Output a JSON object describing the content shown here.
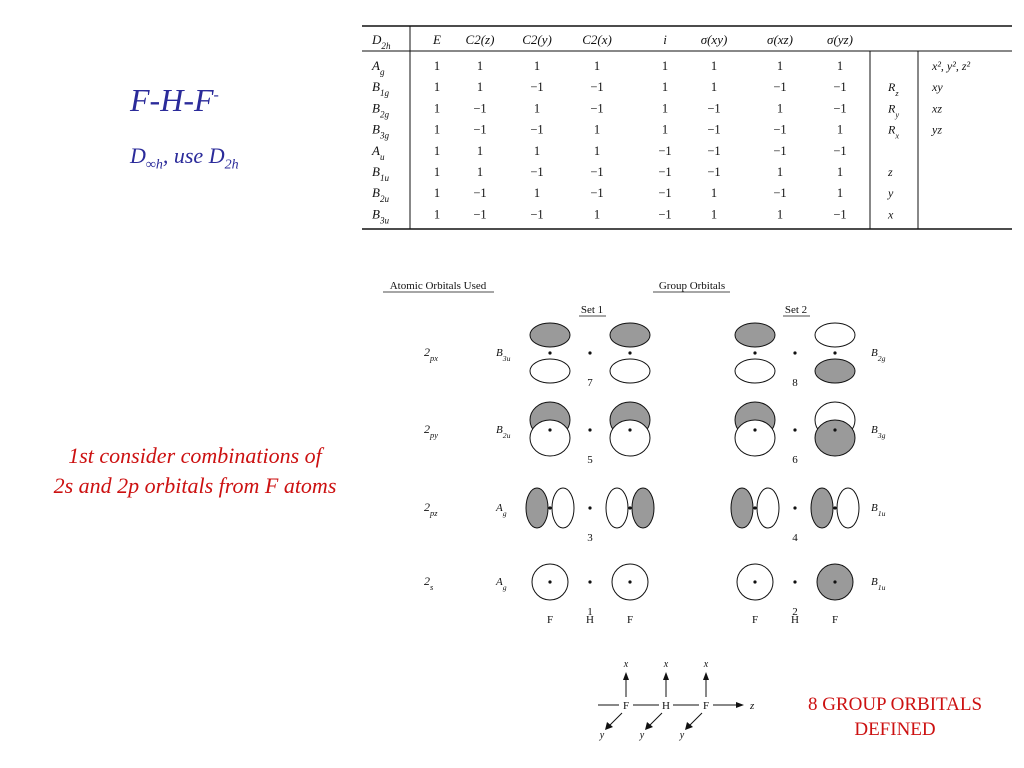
{
  "slide": {
    "title": "F-H-F",
    "title_sup": "-",
    "subtitle_pre": "D",
    "subtitle_sub1": "∞h",
    "subtitle_mid": ", use D",
    "subtitle_sub2": "2h",
    "note_line1": "1st consider combinations of",
    "note_line2": "2s and 2p orbitals from F atoms",
    "result_line1": "8 GROUP ORBITALS",
    "result_line2": "DEFINED"
  },
  "char_table": {
    "group": "D2h",
    "headers": [
      "E",
      "C2(z)",
      "C2(y)",
      "C2(x)",
      "i",
      "σ(xy)",
      "σ(xz)",
      "σ(yz)"
    ],
    "rows": [
      {
        "irrep": "Ag",
        "values": [
          "1",
          "1",
          "1",
          "1",
          "1",
          "1",
          "1",
          "1"
        ],
        "linear": "",
        "quad": "x², y², z²"
      },
      {
        "irrep": "B1g",
        "values": [
          "1",
          "1",
          "−1",
          "−1",
          "1",
          "1",
          "−1",
          "−1"
        ],
        "linear": "Rz",
        "quad": "xy"
      },
      {
        "irrep": "B2g",
        "values": [
          "1",
          "−1",
          "1",
          "−1",
          "1",
          "−1",
          "1",
          "−1"
        ],
        "linear": "Ry",
        "quad": "xz"
      },
      {
        "irrep": "B3g",
        "values": [
          "1",
          "−1",
          "−1",
          "1",
          "1",
          "−1",
          "−1",
          "1"
        ],
        "linear": "Rx",
        "quad": "yz"
      },
      {
        "irrep": "Au",
        "values": [
          "1",
          "1",
          "1",
          "1",
          "−1",
          "−1",
          "−1",
          "−1"
        ],
        "linear": "",
        "quad": ""
      },
      {
        "irrep": "B1u",
        "values": [
          "1",
          "1",
          "−1",
          "−1",
          "−1",
          "−1",
          "1",
          "1"
        ],
        "linear": "z",
        "quad": ""
      },
      {
        "irrep": "B2u",
        "values": [
          "1",
          "−1",
          "1",
          "−1",
          "−1",
          "1",
          "−1",
          "1"
        ],
        "linear": "y",
        "quad": ""
      },
      {
        "irrep": "B3u",
        "values": [
          "1",
          "−1",
          "−1",
          "1",
          "−1",
          "1",
          "1",
          "−1"
        ],
        "linear": "x",
        "quad": ""
      }
    ]
  },
  "figure": {
    "left_heading": "Atomic Orbitals Used",
    "right_heading": "Group Orbitals",
    "set1": "Set 1",
    "set2": "Set 2",
    "rows": [
      {
        "ao": "2px",
        "sym1": "B3u",
        "sym2": "B2g",
        "n1": "7",
        "n2": "8"
      },
      {
        "ao": "2py",
        "sym1": "B2u",
        "sym2": "B3g",
        "n1": "5",
        "n2": "6"
      },
      {
        "ao": "2pz",
        "sym1": "Ag",
        "sym2": "B1u",
        "n1": "3",
        "n2": "4"
      },
      {
        "ao": "2s",
        "sym1": "Ag",
        "sym2": "B1u",
        "n1": "1",
        "n2": "2"
      }
    ],
    "atom_labels": [
      "F",
      "H",
      "F"
    ],
    "axis_labels": {
      "x": "x",
      "y": "y",
      "z": "z",
      "F": "F",
      "H": "H"
    }
  },
  "colors": {
    "title": "#2b2b9a",
    "note": "#cc1111",
    "shade": "#9a9a9a"
  }
}
